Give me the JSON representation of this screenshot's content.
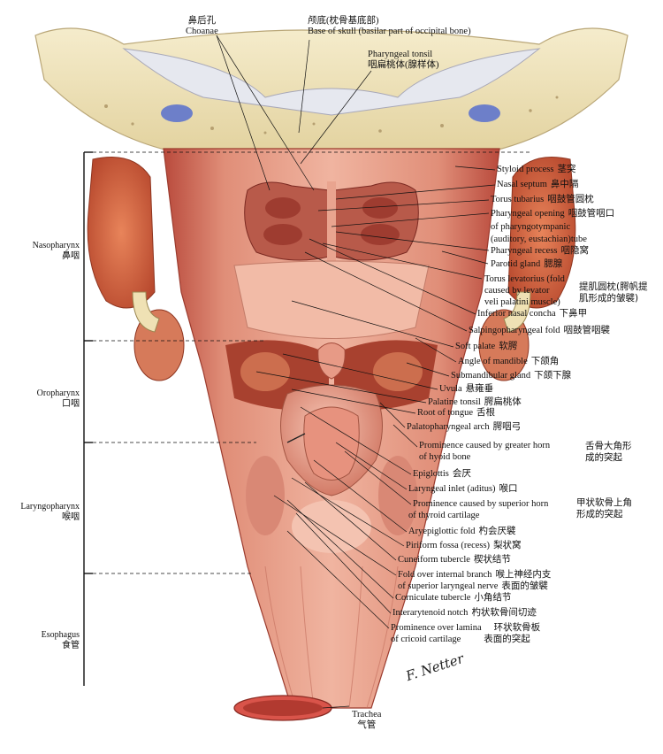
{
  "top_labels": {
    "choanae": {
      "zh": "鼻后孔",
      "en": "Choanae"
    },
    "base_skull": {
      "zh": "颅底(枕骨基底部)",
      "en": "Base of skull (basilar part of occipital bone)"
    },
    "pharyngeal_tonsil": {
      "en": "Pharyngeal tonsil",
      "zh": "咽扁桃体(腺样体)"
    }
  },
  "right_labels": [
    {
      "en": "Styloid process",
      "zh": "茎突"
    },
    {
      "en": "Nasal septum",
      "zh": "鼻中隔"
    },
    {
      "en": "Torus tubarius",
      "zh": "咽鼓管圆枕"
    },
    {
      "en": "Pharyngeal opening",
      "zh": "咽鼓管咽口"
    },
    {
      "en": "of pharyngotympanic",
      "zh": ""
    },
    {
      "en": "(auditory, eustachian)tube",
      "zh": ""
    },
    {
      "en": "Pharyngeal recess",
      "zh": "咽隐窝"
    },
    {
      "en": "Parotid gland",
      "zh": "腮腺"
    },
    {
      "en": "Torus levatorius (fold",
      "zh": ""
    },
    {
      "en": "caused by levator",
      "zh": ""
    },
    {
      "en": "veli palatini muscle)",
      "zh": ""
    },
    {
      "en": "Inferior nasal concha",
      "zh": "下鼻甲"
    },
    {
      "en": "Salpingopharyngeal fold",
      "zh": "咽鼓管咽襞"
    },
    {
      "en": "Soft palate",
      "zh": "软腭"
    },
    {
      "en": "Angle of mandible",
      "zh": "下颌角"
    },
    {
      "en": "Submandibular gland",
      "zh": "下颌下腺"
    },
    {
      "en": "Uvula",
      "zh": "悬雍垂"
    },
    {
      "en": "Palatine tonsil",
      "zh": "腭扁桃体"
    },
    {
      "en": "Root of tongue",
      "zh": "舌根"
    },
    {
      "en": "Palatopharyngeal arch",
      "zh": "腭咽弓"
    },
    {
      "en": "Prominence caused by greater horn",
      "zh": ""
    },
    {
      "en": "of hyoid bone",
      "zh": ""
    },
    {
      "en": "Epiglottis",
      "zh": "会厌"
    },
    {
      "en": "Laryngeal inlet (aditus)",
      "zh": "喉口"
    },
    {
      "en": "Prominence caused by superior horn",
      "zh": ""
    },
    {
      "en": "of thyroid cartilage",
      "zh": ""
    },
    {
      "en": "Aryepiglottic fold",
      "zh": "杓会厌襞"
    },
    {
      "en": "Piriform fossa (recess)",
      "zh": "梨状窝"
    },
    {
      "en": "Cuneiform tubercle",
      "zh": "楔状结节"
    },
    {
      "en": "Fold over internal branch",
      "zh": "喉上神经内支"
    },
    {
      "en": "of superior laryngeal nerve",
      "zh": "表面的皱襞"
    },
    {
      "en": "Corniculate tubercle",
      "zh": "小角结节"
    },
    {
      "en": "Interarytenoid notch",
      "zh": "杓状软骨间切迹"
    },
    {
      "en": "Prominence over lamina",
      "zh": "环状软骨板"
    },
    {
      "en": "of cricoid cartilage",
      "zh": "表面的突起"
    }
  ],
  "right_zh_blocks": {
    "torus_levatorius": [
      "提肌圆枕(腭帆提",
      "肌形成的皱襞)"
    ],
    "hyoid": [
      "舌骨大角形",
      "成的突起"
    ],
    "thyroid": [
      "甲状软骨上角",
      "形成的突起"
    ]
  },
  "side_labels": [
    {
      "en": "Nasopharynx",
      "zh": "鼻咽"
    },
    {
      "en": "Oropharynx",
      "zh": "口咽"
    },
    {
      "en": "Laryngopharynx",
      "zh": "喉咽"
    },
    {
      "en": "Esophagus",
      "zh": "食管"
    }
  ],
  "bottom_label": {
    "en": "Trachea",
    "zh": "气管"
  },
  "signature": "F. Netter"
}
